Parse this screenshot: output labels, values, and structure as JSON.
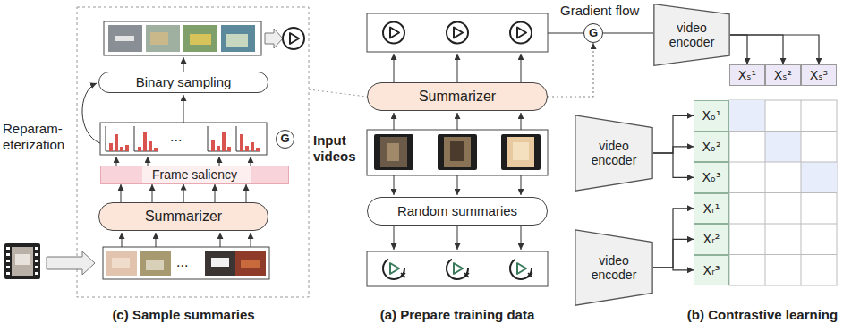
{
  "diagram": {
    "nodes": [
      {
        "text": [
          "Binary sampling"
        ]
      },
      {
        "text": [
          "Frame saliency"
        ]
      },
      {
        "text": [
          "G"
        ]
      },
      {
        "text": [
          "Summarizer"
        ]
      },
      {
        "text": [
          "Summarizer"
        ]
      },
      {
        "text": [
          "Random summaries"
        ]
      },
      {
        "text": [
          "G"
        ]
      },
      {
        "text": [
          "video encoder"
        ]
      },
      {
        "text": [
          "video encoder"
        ]
      },
      {
        "text": [
          "video encoder"
        ]
      },
      {
        "text": [
          "Xₛ¹"
        ]
      },
      {
        "text": [
          "Xₛ²"
        ]
      },
      {
        "text": [
          "Xₛ³"
        ]
      },
      {
        "text": [
          "Xₒ¹"
        ]
      },
      {
        "text": [
          "Xₒ²"
        ]
      },
      {
        "text": [
          "Xₒ³"
        ]
      },
      {
        "text": [
          "Xᵣ¹"
        ]
      },
      {
        "text": [
          "Xᵣ²"
        ]
      },
      {
        "text": [
          "Xᵣ³"
        ]
      }
    ],
    "edges": [
      {
        "from": 3,
        "to": 1,
        "arrow": "to"
      },
      {
        "from": 4,
        "to": 6,
        "arrow": "to"
      },
      {
        "from": 6,
        "to": 7,
        "arrow": "none"
      },
      {
        "from": 7,
        "to": 10,
        "arrow": "to"
      },
      {
        "from": 7,
        "to": 11,
        "arrow": "to"
      },
      {
        "from": 7,
        "to": 12,
        "arrow": "to"
      },
      {
        "from": 8,
        "to": 13,
        "arrow": "to"
      },
      {
        "from": 8,
        "to": 14,
        "arrow": "to"
      },
      {
        "from": 8,
        "to": 15,
        "arrow": "to"
      },
      {
        "from": 9,
        "to": 16,
        "arrow": "to"
      },
      {
        "from": 9,
        "to": 17,
        "arrow": "to"
      },
      {
        "from": 9,
        "to": 18,
        "arrow": "to"
      }
    ],
    "labels": [
      "Gradient flow",
      "Input videos",
      "Reparam- eterization",
      "...",
      "...",
      "(c) Sample summaries",
      "(a) Prepare training data",
      "(b) Contrastive learning"
    ]
  }
}
